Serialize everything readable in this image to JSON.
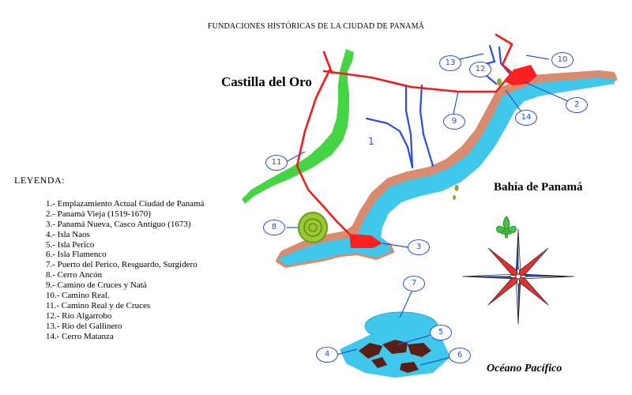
{
  "title": "FUNDACIONES HISTÓRICAS DE LA CIUDAD DE PANAMÁ",
  "places": {
    "castilla": "Castilla del Oro",
    "bahia": "Bahía de Panamá",
    "oceano": "Océano Pacífico"
  },
  "legend": {
    "title": "LEYENDA:",
    "items": [
      "1.- Emplazamiento Actual Ciudad de Panamá",
      "2.- Panamá Vieja  (1519-1670)",
      "3.- Panamá  Nueva, Casco Antiguo (1673)",
      "4.- Isla Naos",
      "5.- Isla Perico",
      "6.- Isla Flamenco",
      "7.- Puerto del Perico, Resguardo, Surgidero",
      "8.- Cerro Ancón",
      "9.- Camino de Cruces y Natá",
      "10.- Camino Real.",
      "11.- Camino Real y de Cruces",
      "12.- Río Algarrobo",
      "13.- Río del Gallinero",
      "14.- Cerro Matanza"
    ]
  },
  "map_number": "1",
  "callouts": [
    "2",
    "3",
    "4",
    "5",
    "6",
    "7",
    "8",
    "9",
    "10",
    "11",
    "12",
    "13",
    "14"
  ],
  "colors": {
    "sea": "#40c8ec",
    "shore": "#d98b6f",
    "road": "#f01c1c",
    "river": "#2a4fd6",
    "forest": "#44d444",
    "city": "#ff2020",
    "island": "#5a1e14",
    "label_blue": "#2850d8"
  },
  "icons": [
    "compass-rose-icon",
    "fleur-de-lis-icon"
  ]
}
